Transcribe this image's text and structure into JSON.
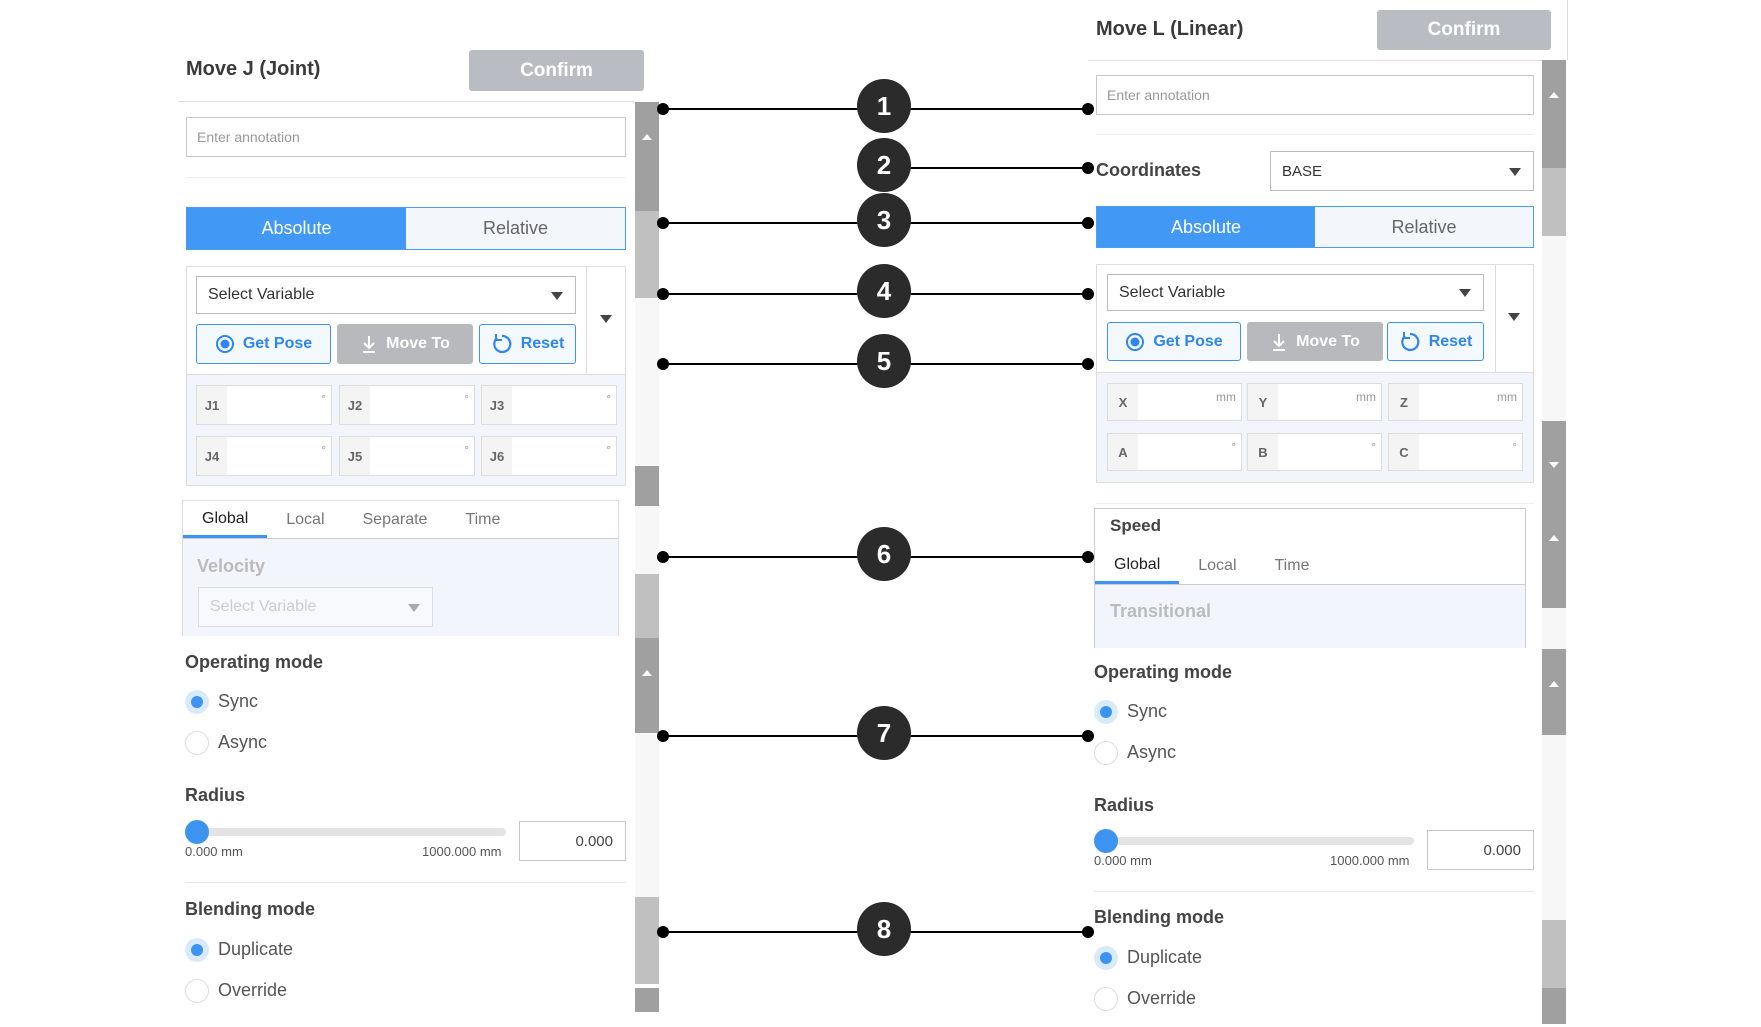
{
  "left": {
    "title": "Move J (Joint)",
    "confirm": "Confirm",
    "annotation_placeholder": "Enter annotation",
    "segment": {
      "absolute": "Absolute",
      "relative": "Relative",
      "selected": "Absolute"
    },
    "variable_select": "Select Variable",
    "buttons": {
      "get_pose": "Get Pose",
      "move_to": "Move To",
      "reset": "Reset"
    },
    "fields": [
      {
        "label": "J1",
        "unit": "°"
      },
      {
        "label": "J2",
        "unit": "°"
      },
      {
        "label": "J3",
        "unit": "°"
      },
      {
        "label": "J4",
        "unit": "°"
      },
      {
        "label": "J5",
        "unit": "°"
      },
      {
        "label": "J6",
        "unit": "°"
      }
    ],
    "tabs": [
      "Global",
      "Local",
      "Separate",
      "Time"
    ],
    "active_tab": "Global",
    "velocity_label": "Velocity",
    "velocity_select": "Select Variable",
    "operating_mode": {
      "title": "Operating mode",
      "options": [
        "Sync",
        "Async"
      ],
      "selected": "Sync"
    },
    "radius": {
      "title": "Radius",
      "min_label": "0.000 mm",
      "max_label": "1000.000 mm",
      "value": "0.000",
      "fraction": 0
    },
    "blending_mode": {
      "title": "Blending mode",
      "options": [
        "Duplicate",
        "Override"
      ],
      "selected": "Duplicate"
    }
  },
  "right": {
    "title": "Move L (Linear)",
    "confirm": "Confirm",
    "annotation_placeholder": "Enter annotation",
    "coordinates_label": "Coordinates",
    "coordinates_value": "BASE",
    "segment": {
      "absolute": "Absolute",
      "relative": "Relative",
      "selected": "Absolute"
    },
    "variable_select": "Select Variable",
    "buttons": {
      "get_pose": "Get Pose",
      "move_to": "Move To",
      "reset": "Reset"
    },
    "fields": [
      {
        "label": "X",
        "unit": "mm"
      },
      {
        "label": "Y",
        "unit": "mm"
      },
      {
        "label": "Z",
        "unit": "mm"
      },
      {
        "label": "A",
        "unit": "°"
      },
      {
        "label": "B",
        "unit": "°"
      },
      {
        "label": "C",
        "unit": "°"
      }
    ],
    "speed_title": "Speed",
    "tabs": [
      "Global",
      "Local",
      "Time"
    ],
    "active_tab": "Global",
    "transitional_label": "Transitional",
    "operating_mode": {
      "title": "Operating mode",
      "options": [
        "Sync",
        "Async"
      ],
      "selected": "Sync"
    },
    "radius": {
      "title": "Radius",
      "min_label": "0.000 mm",
      "max_label": "1000.000 mm",
      "value": "0.000",
      "fraction": 0
    },
    "blending_mode": {
      "title": "Blending mode",
      "options": [
        "Duplicate",
        "Override"
      ],
      "selected": "Duplicate"
    }
  },
  "callouts": [
    "1",
    "2",
    "3",
    "4",
    "5",
    "6",
    "7",
    "8"
  ],
  "colors": {
    "accent": "#4199f5",
    "disabled_button": "#b9bcc2",
    "callout": "#2b2b2b"
  }
}
